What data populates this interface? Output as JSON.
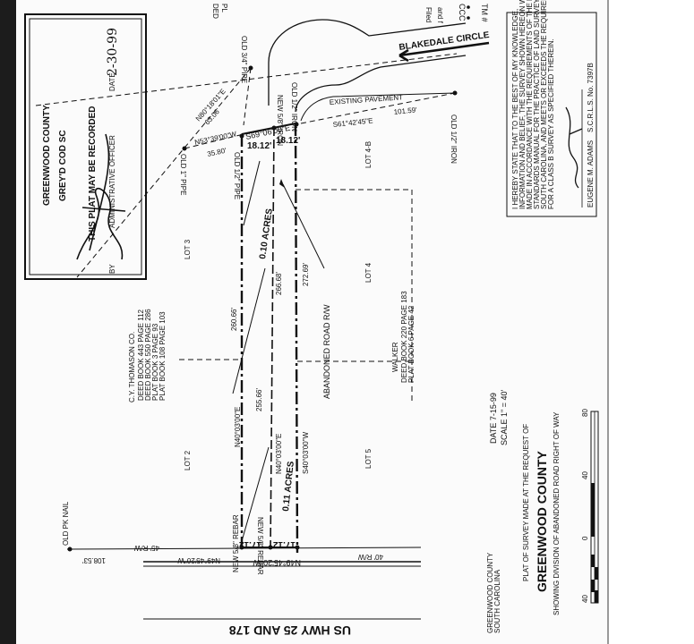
{
  "stamp": {
    "line1": "GREENWOOD COUNTY",
    "line2": "GREY'D COD SC",
    "line3": "THIS PLAT MAY BE RECORDED",
    "line4": "ADMINISTRATIVE OFFICER",
    "by_label": "BY",
    "date_label": "DATE",
    "date": "2-30-99"
  },
  "top_fragments": {
    "ded_a": "DED",
    "ded_b": "PL",
    "filed": "Filed",
    "and": "and f",
    "ccc": "CCC",
    "tm": "TM #"
  },
  "streets": {
    "blakedale": "BLAKEDALE CIRCLE",
    "existing_pavement": "EXISTING PAVEMENT",
    "highway": "US HWY 25 AND 178"
  },
  "bearings": {
    "n80": "N80°18'01\"E",
    "d63": "63.06'",
    "n53": "N53°39'00\"W",
    "d35": "35.80'",
    "s69": "S69°06'00\"E",
    "s61": "S61°42'45\"E",
    "d101": "101.59'",
    "w1812a": "18.12'",
    "w1812b": "18.12'",
    "n40a": "N40°03'00\"E",
    "n40b": "N40°03'00\"E",
    "s40": "S40°03'00\"W",
    "l260": "260.66'",
    "l266": "266.68'",
    "l272": "272.69'",
    "l255": "255.66'",
    "n49": "N49°45'20\"W",
    "b1712a": "17.12'",
    "b1712b": "17.12'",
    "d108": "108.53'",
    "rw45": "45' R/W",
    "rw40": "40' R/W"
  },
  "pins": {
    "old_34_pipe_top": "OLD 3/4\" PIPE",
    "old_1_pipe": "OLD 1\" PIPE",
    "old_12_pipe": "OLD 1/2\" PIPE",
    "new_58_iron": "NEW 5/8\" IRON",
    "old_12_iron": "OLD 1/2\" IRON",
    "old_12_iron_r": "OLD 1/2\" IRON",
    "new_58_rebar_b": "NEW 5/8\" REBAR",
    "new_58_rebar_c": "NEW 5/8\" REBAR",
    "old_pk_nail": "OLD PK NAIL"
  },
  "parcels": {
    "acres_top": "0.10 ACRES",
    "acres_bottom": "0.11 ACRES",
    "abandoned": "ABANDONED ROAD R/W",
    "lot3": "LOT 3",
    "lot2": "LOT 2",
    "lot4b": "LOT 4-B",
    "lot4": "LOT 4",
    "lot5": "LOT 5"
  },
  "owners": {
    "thomason": [
      "C.Y. THOMASON CO.",
      "DEED BOOK 443 PAGE 112",
      "DEED BOOK 550 PAGE 286",
      "PLAT BOOK 3 PAGE 93",
      "PLAT BOOK 108 PAGE 103"
    ],
    "walker": [
      "WALKER",
      "DEED BOOK 220 PAGE 183",
      "PLAT BOOK 6 PAGE 42"
    ]
  },
  "certification": {
    "lines": [
      "I HEREBY STATE THAT TO THE BEST OF MY KNOWLEDGE,",
      "INFORMATION AND BELIEF, THE SURVEY SHOWN HEREON WAS",
      "MADE IN ACCORDANCE WITH THE REQUIREMENTS OF THE MINIMUM",
      "STANDARDS MANUAL FOR THE PRACTICE OF LAND SURVEYING IN",
      "SOUTH CAROLINA, AND MEETS OR EXCEEDS THE REQUIREMENTS",
      "FOR A CLASS B SURVEY AS SPECIFIED THEREIN."
    ],
    "surveyor": "EUGENE M. ADAMS",
    "license": "S.C.R.L.S. No. 7397B"
  },
  "title_block": {
    "county_line1": "GREENWOOD COUNTY",
    "county_line2": "SOUTH CAROLINA",
    "plat_line1": "PLAT OF SURVEY MADE AT THE REQUEST OF",
    "plat_line2": "GREENWOOD COUNTY",
    "plat_line3": "SHOWING DIVISION OF ABANDONED ROAD RIGHT OF WAY",
    "date": "DATE 7-15-99",
    "scale": "SCALE 1\" = 40'"
  },
  "scale_bar": {
    "labels": [
      "40",
      "0",
      "40",
      "80"
    ]
  }
}
